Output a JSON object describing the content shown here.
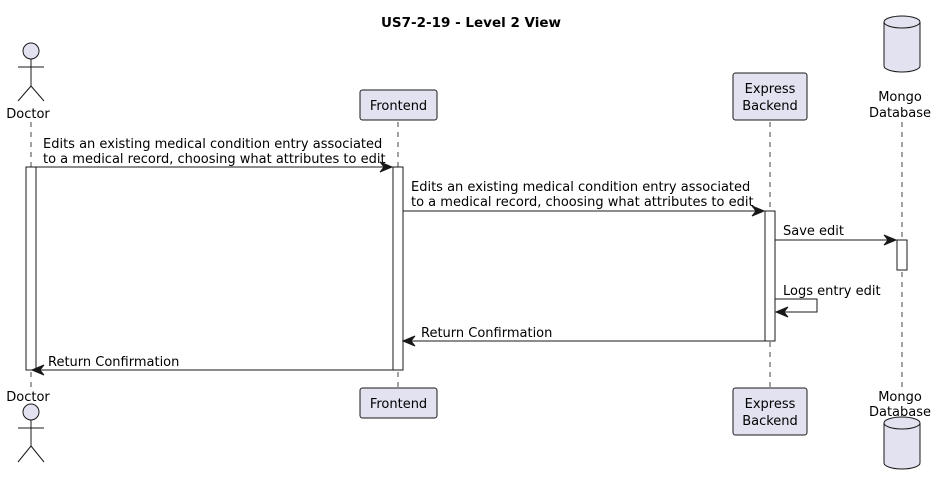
{
  "diagram": {
    "title": "US7-2-19 - Level 2 View",
    "participants": [
      {
        "id": "doctor",
        "kind": "actor",
        "label": "Doctor"
      },
      {
        "id": "frontend",
        "kind": "participant",
        "label": "Frontend"
      },
      {
        "id": "backend",
        "kind": "participant",
        "label_line1": "Express",
        "label_line2": "Backend"
      },
      {
        "id": "database",
        "kind": "database",
        "label_line1": "Mongo",
        "label_line2": "Database"
      }
    ],
    "messages": [
      {
        "from": "doctor",
        "to": "frontend",
        "line1": "Edits an existing medical condition entry associated",
        "line2": "to a medical record, choosing what attributes to edit"
      },
      {
        "from": "frontend",
        "to": "backend",
        "line1": "Edits an existing medical condition entry associated",
        "line2": "to a medical record, choosing what attributes to edit"
      },
      {
        "from": "backend",
        "to": "database",
        "text": "Save edit"
      },
      {
        "from": "backend",
        "to": "backend",
        "text": "Logs entry edit"
      },
      {
        "from": "backend",
        "to": "frontend",
        "text": "Return Confirmation"
      },
      {
        "from": "frontend",
        "to": "doctor",
        "text": "Return Confirmation"
      }
    ]
  }
}
